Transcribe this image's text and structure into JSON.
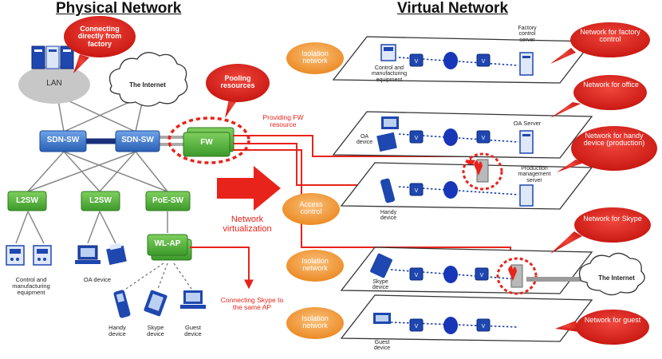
{
  "titles": {
    "physical": "Physical Network",
    "virtual": "Virtual Network"
  },
  "physical": {
    "lan": "LAN",
    "internet": "The Internet",
    "sdn_sw": "SDN-SW",
    "fw": "FW",
    "l2sw": "L2SW",
    "poe_sw": "PoE-SW",
    "wl_ap": "WL-AP",
    "devices": {
      "control": "Control and manufacturing equipment",
      "oa": "OA device",
      "handy": "Handy device",
      "skype": "Skype device",
      "guest": "Guest device"
    }
  },
  "callouts": {
    "factory": "Connecting directly from factory",
    "pooling": "Pooling resources",
    "providing_fw": "Providing FW resource",
    "virtualization": "Network virtualization",
    "skype_ap": "Connecting Skype to the same AP",
    "access_control": "Access control"
  },
  "virtual": {
    "isolation": "Isolation network",
    "factory_server": "Factory control server",
    "control_equipment": "Control and manufacturing equipment",
    "oa_server": "OA Server",
    "oa_device": "OA device",
    "production_server": "Production management server",
    "handy_device": "Handy device",
    "skype_device": "Skype device",
    "guest_device": "Guest device",
    "internet": "The Internet",
    "switch_label": "V",
    "bubbles": {
      "factory": "Network for factory control",
      "office": "Network for office",
      "handy": "Network for handy device (production)",
      "skype": "Network for Skype",
      "guest": "Network for guest"
    }
  },
  "colors": {
    "callout_red": "#e8231b",
    "isolation_orange": "#f29c3a",
    "switch_green": "#4da63a",
    "sdn_blue": "#2f6fc4",
    "virtual_blue": "#1736b8"
  }
}
